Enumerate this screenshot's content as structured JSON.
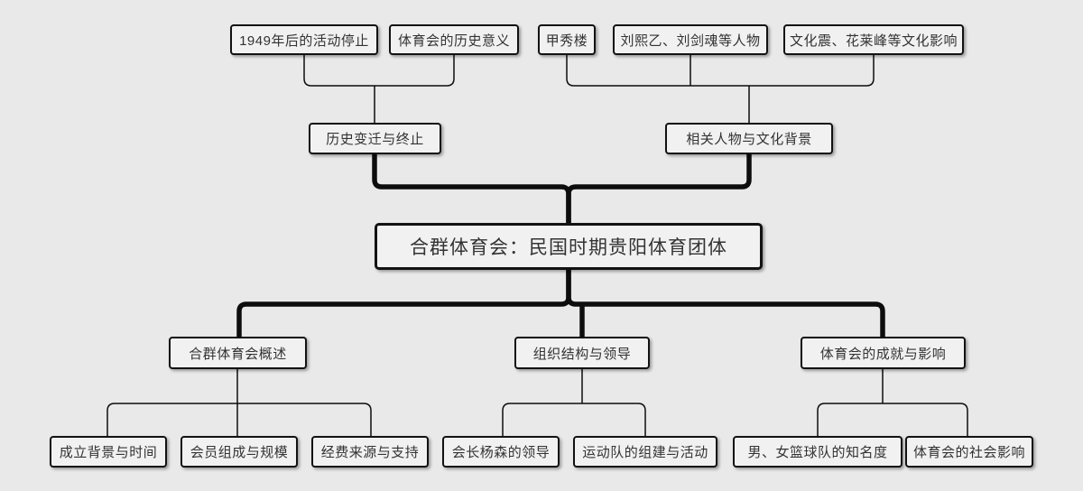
{
  "mindmap": {
    "root": {
      "label": "合群体育会：民国时期贵阳体育团体"
    },
    "top_branches": [
      {
        "label": "历史变迁与终止",
        "children": [
          {
            "label": "1949年后的活动停止"
          },
          {
            "label": "体育会的历史意义"
          }
        ]
      },
      {
        "label": "相关人物与文化背景",
        "children": [
          {
            "label": "甲秀楼"
          },
          {
            "label": "刘熙乙、刘剑魂等人物"
          },
          {
            "label": "文化震、花莱峰等文化影响"
          }
        ]
      }
    ],
    "bottom_branches": [
      {
        "label": "合群体育会概述",
        "children": [
          {
            "label": "成立背景与时间"
          },
          {
            "label": "会员组成与规模"
          },
          {
            "label": "经费来源与支持"
          }
        ]
      },
      {
        "label": "组织结构与领导",
        "children": [
          {
            "label": "会长杨森的领导"
          },
          {
            "label": "运动队的组建与活动"
          }
        ]
      },
      {
        "label": "体育会的成就与影响",
        "children": [
          {
            "label": "男、女篮球队的知名度"
          },
          {
            "label": "体育会的社会影响"
          }
        ]
      }
    ],
    "colors": {
      "background": "#e9e9e9",
      "node_fill": "#f1f1f1",
      "node_border": "#121212",
      "line": "#0d0d0d",
      "text": "#333333"
    }
  }
}
